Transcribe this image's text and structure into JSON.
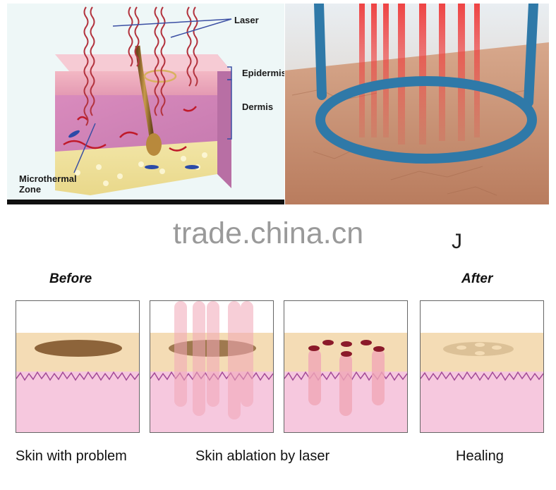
{
  "top_left": {
    "labels": {
      "laser": "Laser",
      "epidermis": "Epidermis",
      "dermis": "Dermis",
      "microthermal": "Microthermal Zone"
    }
  },
  "watermark": "trade.china.cn",
  "stray_glyph": "J",
  "stages": {
    "before_title": "Before",
    "after_title": "After",
    "captions": {
      "problem": "Skin with problem",
      "ablation": "Skin ablation by laser",
      "healing": "Healing"
    }
  },
  "colors": {
    "epidermis": "#f4dcb5",
    "dermis": "#f6c8de",
    "dermis_edge": "#a24a96",
    "spot": "#7a4f24",
    "beam": "#f1a7b7",
    "dot": "#8b1a2a",
    "hoop": "#2f79a8",
    "laser_red": "#ef3b3b"
  }
}
